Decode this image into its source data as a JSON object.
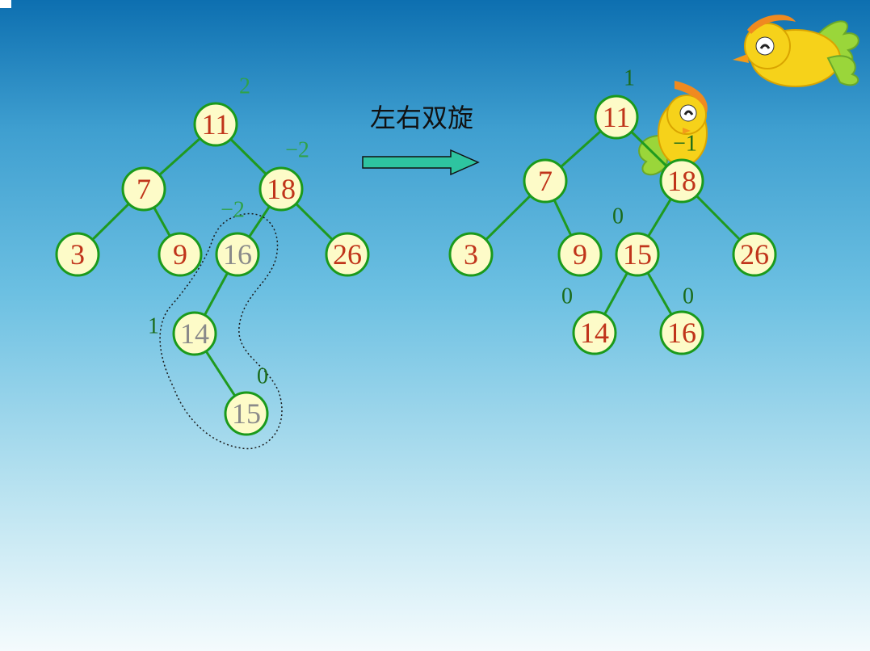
{
  "operation_label": "左右双旋",
  "left_tree": {
    "nodes": {
      "n11": {
        "value": "11",
        "bf": "2"
      },
      "n7": {
        "value": "7"
      },
      "n18": {
        "value": "18",
        "bf": "−2"
      },
      "n3": {
        "value": "3"
      },
      "n9": {
        "value": "9"
      },
      "n16": {
        "value": "16",
        "bf": "−2"
      },
      "n26": {
        "value": "26"
      },
      "n14": {
        "value": "14",
        "bf": "1"
      },
      "n15": {
        "value": "15",
        "bf": "0"
      }
    },
    "highlighted_nodes": [
      "16",
      "14",
      "15"
    ]
  },
  "right_tree": {
    "nodes": {
      "n11": {
        "value": "11",
        "bf": "1"
      },
      "n7": {
        "value": "7"
      },
      "n18": {
        "value": "18",
        "bf": "−1"
      },
      "n3": {
        "value": "3"
      },
      "n9": {
        "value": "9"
      },
      "n15": {
        "value": "15",
        "bf": "0"
      },
      "n26": {
        "value": "26"
      },
      "n14": {
        "value": "14",
        "bf": "0"
      },
      "n16": {
        "value": "16",
        "bf": "0"
      }
    }
  },
  "colors": {
    "node_fill": "#fdfbc8",
    "node_stroke": "#1b9a1b",
    "edge": "#1f9a1f",
    "value_text": "#c0341a",
    "highlighted_value_text": "#8a8a8a",
    "arrow_fill": "#2ec4a0"
  },
  "icons": [
    "bird-icon",
    "bird-icon",
    "right-arrow-icon"
  ]
}
